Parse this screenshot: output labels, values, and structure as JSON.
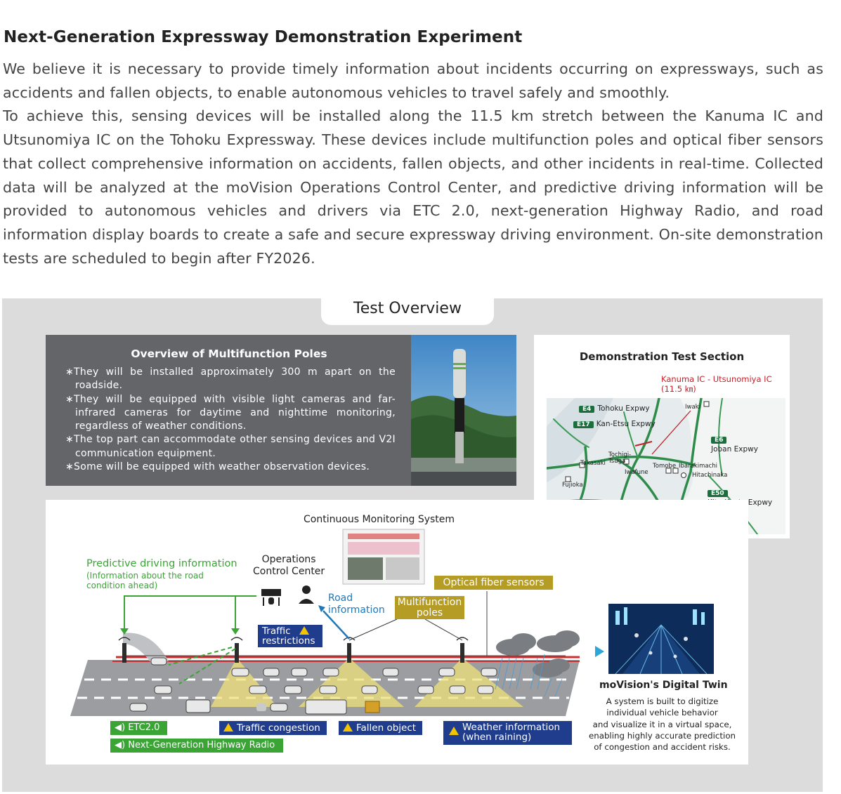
{
  "page": {
    "title": "Next-Generation Expressway Demonstration Experiment",
    "paragraph_1": "We believe it is necessary to provide timely information about incidents occurring on expressways, such as accidents and fallen objects, to enable autonomous vehicles to travel safely and smoothly.",
    "paragraph_2": "To achieve this, sensing devices will be installed along the 11.5 km stretch between the Kanuma IC and Utsunomiya IC on the Tohoku Expressway. These devices include multifunction poles and optical fiber sensors that collect comprehensive information on accidents, fallen objects, and other incidents in real-time. Collected data will be analyzed at the moVision Operations Control Center, and predictive driving information will be provided to autonomous vehicles and drivers via ETC 2.0, next-generation Highway Radio, and road information display boards to create a safe and secure expressway driving environment. On-site demonstration tests are scheduled to begin after FY2026."
  },
  "overview": {
    "tab_label": "Test Overview",
    "poles": {
      "title": "Overview of Multifunction Poles",
      "items": [
        "∗They will be installed approximately 300 m apart on the roadside.",
        "∗They will be equipped with visible light cameras and far-infrared cameras for daytime and nighttime monitoring, regardless of weather conditions.",
        "∗The top part can accommodate other sensing devices and V2I communication equipment.",
        "∗Some will be equipped with weather observation devices."
      ]
    },
    "map": {
      "title": "Demonstration Test Section",
      "section_label": "Kanuma IC - Utsunomiya IC",
      "section_length": "(11.5 ㎞)",
      "routes": [
        {
          "code": "E4",
          "name": "Tohoku Expwy"
        },
        {
          "code": "E17",
          "name": "Kan-Etsu Expwy"
        },
        {
          "code": "E6",
          "name": "Joban Expwy"
        },
        {
          "code": "E50",
          "name": "Kita-Kanto Expwy"
        }
      ],
      "places": {
        "iwaki": "Iwaki",
        "takasaki": "Takasaki",
        "fujioka": "Fujioka",
        "tochigi": "Tochigi-",
        "tsuga": "Tsuga",
        "iwafune": "Iwafune",
        "tomobe": "Tomobe",
        "ibarakimachi": "Ibarakimachi",
        "hitachinaka": "Hitachinaka"
      }
    },
    "diagram": {
      "monitoring_title": "Continuous  Monitoring System",
      "control_center": [
        "Operations",
        "Control Center"
      ],
      "predictive_title": "Predictive driving information",
      "predictive_sub": [
        "(Information about the road",
        "condition ahead)"
      ],
      "road_info": [
        "Road",
        "information"
      ],
      "optical_fiber": "Optical fiber sensors",
      "multifunction_poles": [
        "Multifunction",
        "poles"
      ],
      "traffic_restrictions": [
        "Traffic",
        "restrictions"
      ],
      "etc": "ETC2.0",
      "highway_radio": "Next-Generation Highway Radio",
      "congestion": "Traffic congestion",
      "fallen_object": "Fallen object",
      "weather": [
        "Weather information",
        "(when raining)"
      ],
      "twin_title": "moVision's Digital Twin",
      "twin_desc": [
        "A system is built to digitize",
        "individual vehicle behavior",
        "and visualize it in a virtual space,",
        "enabling highly accurate prediction",
        "of congestion and accident risks."
      ]
    }
  },
  "colors": {
    "panel_gray": "#dcdcdc",
    "poles_box": "#636569",
    "navy": "#203c8c",
    "olive": "#b59c24",
    "green": "#3aa535",
    "red": "#c0222b",
    "road_info_blue": "#1f78b8"
  }
}
